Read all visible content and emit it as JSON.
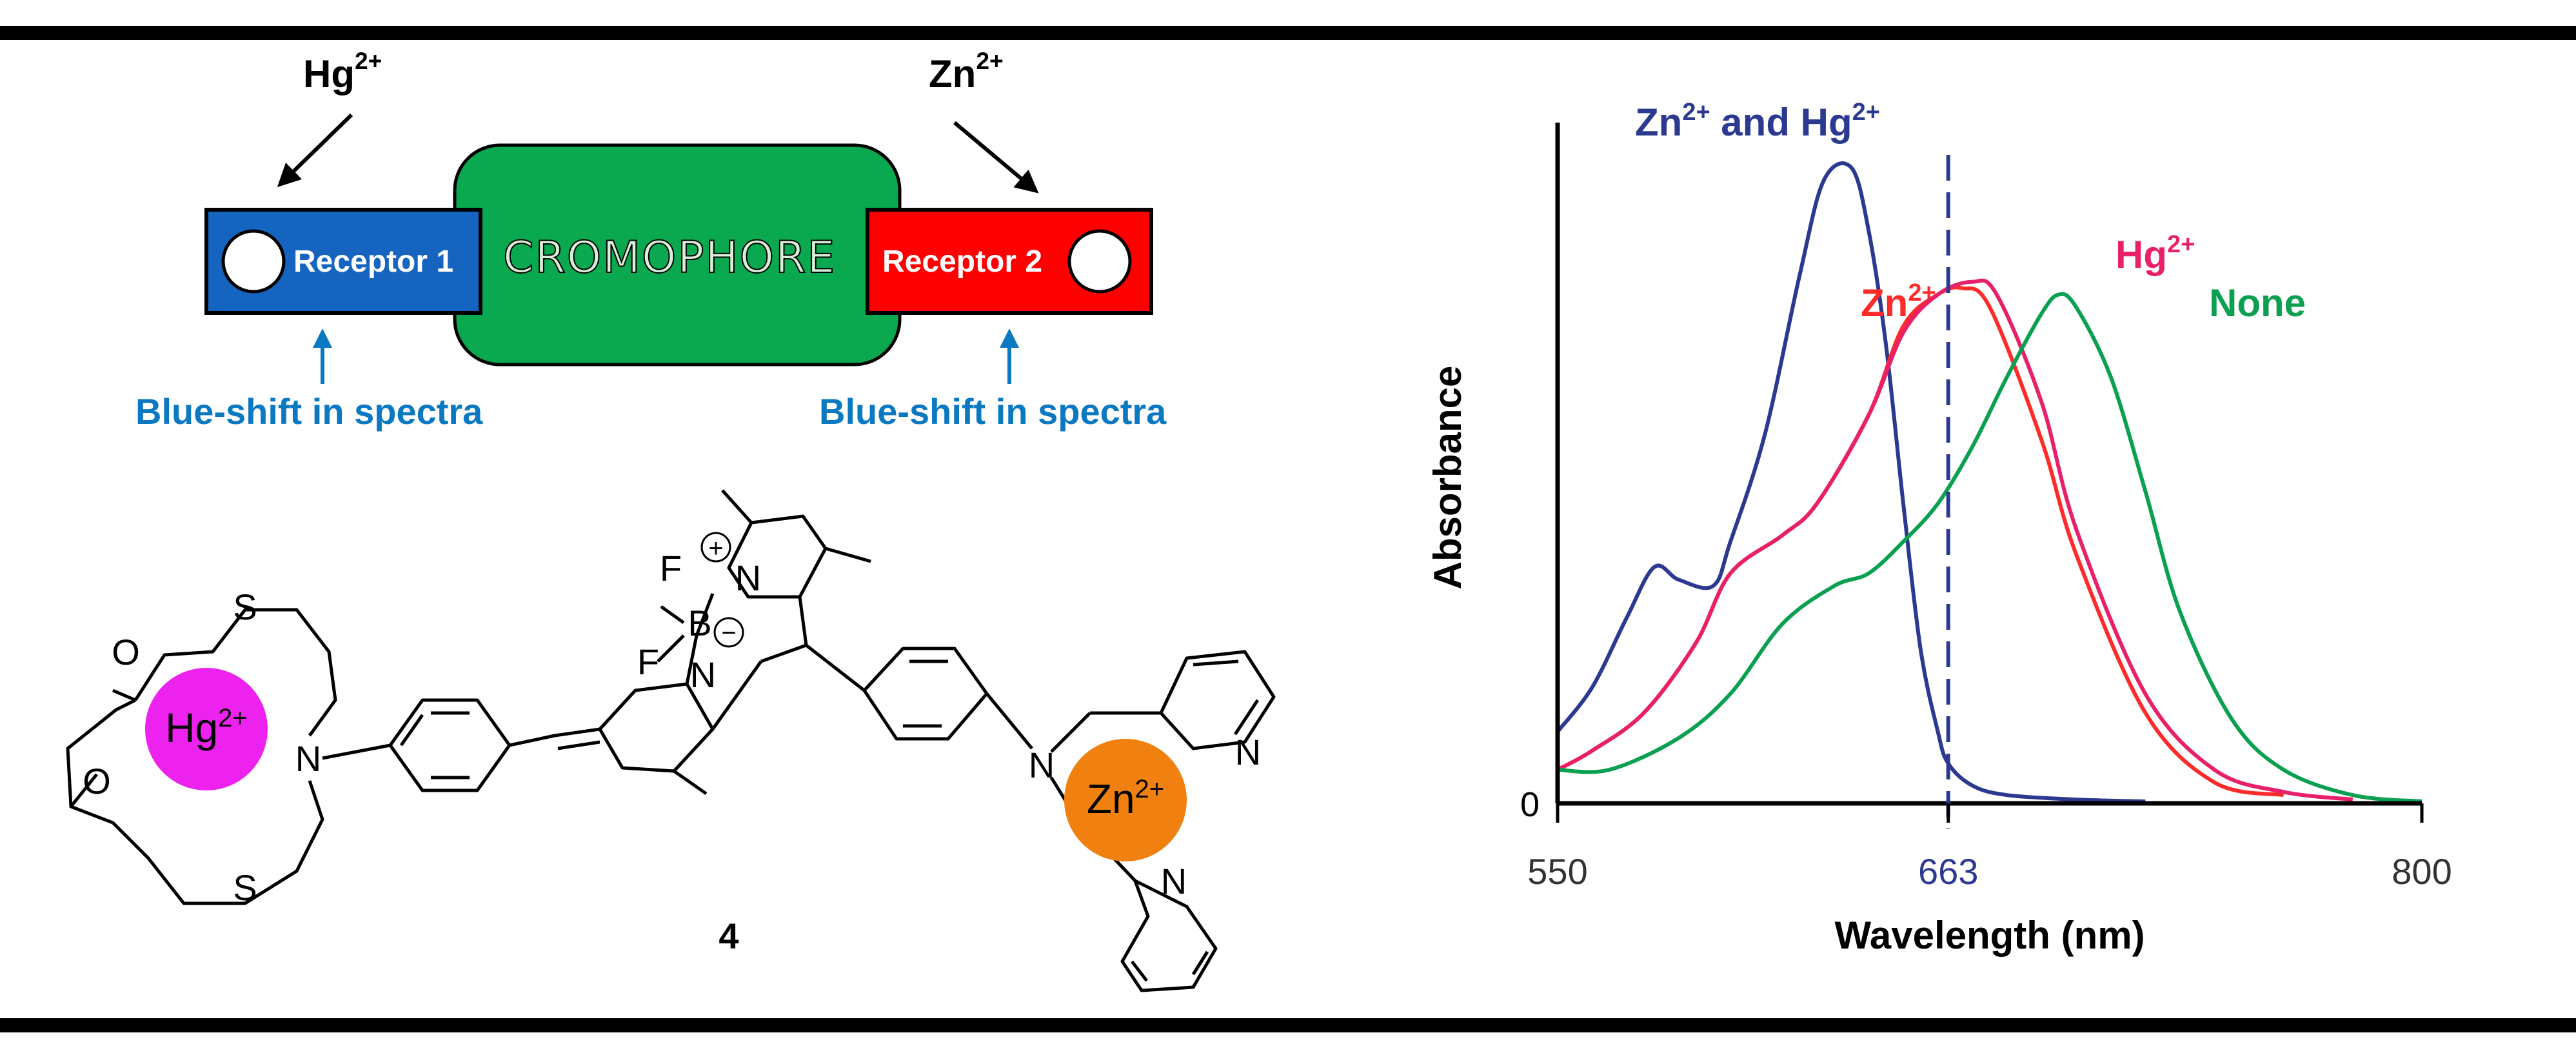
{
  "scheme": {
    "ion_left": "Hg",
    "ion_left_charge": "2+",
    "ion_right": "Zn",
    "ion_right_charge": "2+",
    "receptor1": "Receptor 1",
    "receptor2": "Receptor 2",
    "chromophore": "CROMOPHORE",
    "shift_left": "Blue-shift in spectra",
    "shift_right": "Blue-shift in spectra",
    "colors": {
      "receptor1": "#1565c0",
      "receptor2": "#ff0000",
      "chromophore": "#0aa84f",
      "shift_text": "#0b78c2"
    }
  },
  "molecule": {
    "compound_number": "4",
    "hg_label": "Hg",
    "hg_charge": "2+",
    "zn_label": "Zn",
    "zn_charge": "2+",
    "atoms": {
      "N": "N",
      "S": "S",
      "O": "O",
      "F": "F",
      "B": "B"
    },
    "plus": "+",
    "minus": "−",
    "colors": {
      "hg_circle": "#ee22ee",
      "zn_circle": "#f08010"
    }
  },
  "chart_data": {
    "type": "line",
    "xlabel": "Wavelength (nm)",
    "ylabel": "Absorbance",
    "xlim": [
      550,
      800
    ],
    "x_ticks": [
      "550",
      "663",
      "800"
    ],
    "y_ticks": [
      "0"
    ],
    "marker_x": 663,
    "series": [
      {
        "name": "Zn2+ and Hg2+",
        "label_main": "Zn",
        "label_sup": "2+",
        "label_mid": " and ",
        "label_main2": "Hg",
        "label_sup2": "2+",
        "color": "#2b3990",
        "x": [
          550,
          560,
          570,
          578,
          585,
          595,
          600,
          610,
          620,
          627,
          635,
          640,
          645,
          650,
          655,
          660,
          663,
          670,
          680,
          700,
          720
        ],
        "y": [
          0.11,
          0.18,
          0.29,
          0.37,
          0.35,
          0.34,
          0.41,
          0.58,
          0.83,
          0.98,
          1.0,
          0.9,
          0.72,
          0.47,
          0.24,
          0.11,
          0.06,
          0.025,
          0.01,
          0.003,
          0.0
        ]
      },
      {
        "name": "Zn2+",
        "label_main": "Zn",
        "label_sup": "2+",
        "color": "#ff2a2a",
        "x": [
          550,
          560,
          575,
          590,
          600,
          615,
          625,
          640,
          650,
          660,
          667,
          675,
          690,
          700,
          720,
          740,
          760
        ],
        "y": [
          0.05,
          0.08,
          0.14,
          0.25,
          0.36,
          0.42,
          0.47,
          0.61,
          0.75,
          0.8,
          0.81,
          0.78,
          0.57,
          0.39,
          0.14,
          0.03,
          0.01
        ]
      },
      {
        "name": "Hg2+",
        "label_main": "Hg",
        "label_sup": "2+",
        "color": "#e8206a",
        "x": [
          550,
          560,
          575,
          590,
          600,
          615,
          625,
          640,
          650,
          660,
          670,
          677,
          690,
          700,
          720,
          740,
          760,
          780
        ],
        "y": [
          0.05,
          0.08,
          0.14,
          0.25,
          0.36,
          0.42,
          0.47,
          0.61,
          0.74,
          0.8,
          0.82,
          0.8,
          0.63,
          0.43,
          0.17,
          0.05,
          0.015,
          0.003
        ]
      },
      {
        "name": "None",
        "label_main": "None",
        "color": "#0aa050",
        "x": [
          550,
          565,
          585,
          600,
          615,
          630,
          640,
          650,
          660,
          670,
          680,
          690,
          695,
          700,
          710,
          720,
          730,
          745,
          760,
          780,
          800
        ],
        "y": [
          0.05,
          0.05,
          0.1,
          0.17,
          0.28,
          0.34,
          0.36,
          0.41,
          0.47,
          0.56,
          0.67,
          0.77,
          0.8,
          0.78,
          0.67,
          0.49,
          0.3,
          0.13,
          0.05,
          0.01,
          0.0
        ]
      }
    ]
  }
}
